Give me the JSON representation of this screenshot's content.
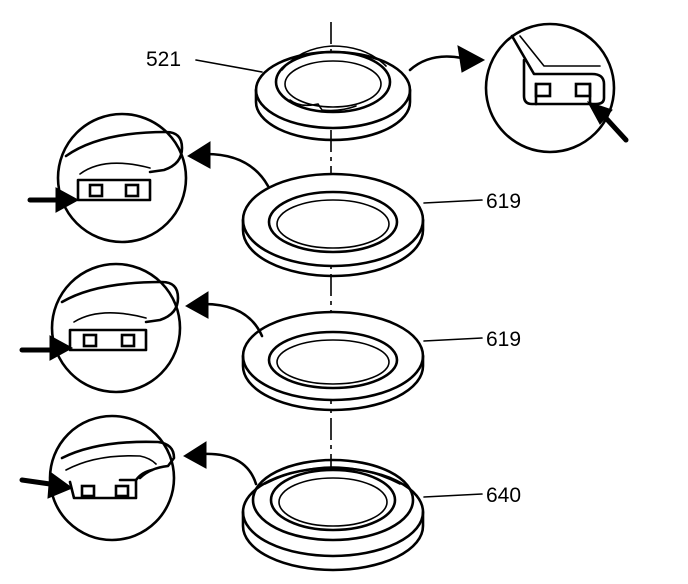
{
  "labels": {
    "top_ring": "521",
    "middle_ring_1": "619",
    "middle_ring_2": "619",
    "bottom_ring": "640"
  }
}
